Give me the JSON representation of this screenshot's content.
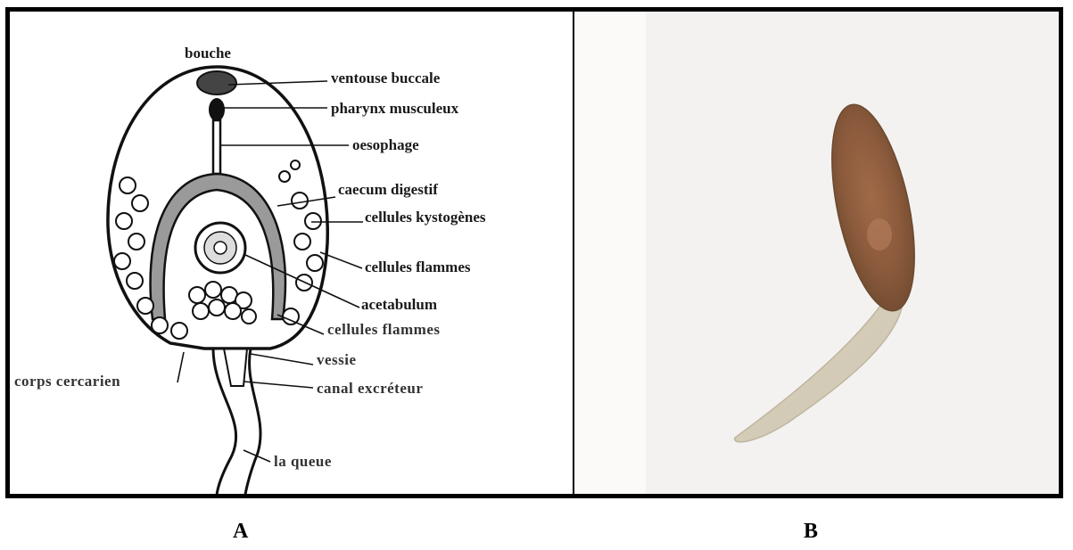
{
  "figure": {
    "panel_a": {
      "labels": {
        "bouche": "bouche",
        "ventouse": "ventouse buccale",
        "pharynx": "pharynx musculeux",
        "oesophage": "oesophage",
        "caecum": "caecum digestif",
        "kystogenes": "cellules kystogènes",
        "flammes1": "cellules flammes",
        "acetabulum": "acetabulum",
        "flammes2": "cellules flammes",
        "vessie": "vessie",
        "corps": "corps cercarien",
        "canal": "canal excréteur",
        "queue": "la queue"
      },
      "caption": "A"
    },
    "panel_b": {
      "caption": "B"
    },
    "colors": {
      "photo_bg": "#f4f2f1",
      "body_brown": "#8b5a3c",
      "tail": "#d8cfb8"
    }
  }
}
